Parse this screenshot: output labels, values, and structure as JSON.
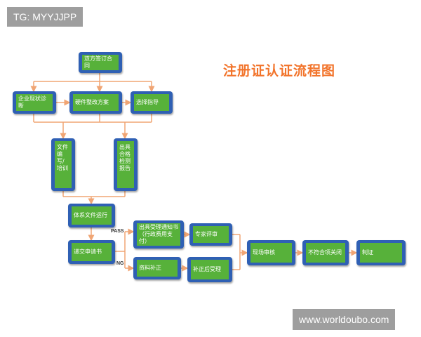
{
  "watermark_top": "TG: MYYJJPP",
  "watermark_bottom": "www.worldoubo.com",
  "title": "注册证认证流程图",
  "nodes": {
    "sign_contract": "双方签订合同",
    "enterprise_diagnosis": "企业现状诊断",
    "hardware_plan": "硬件整改方案",
    "selection_guidance": "选择指导",
    "doc_writing": "文件编写/培训",
    "test_report": "出具合格检测报告",
    "system_running": "体系文件运行",
    "submit_application": "递交申请书",
    "acceptance_notice": "出具受理通知书（行政费用支付）",
    "expert_review": "专家评审",
    "supplement_materials": "资料补正",
    "after_correction": "补正后受理",
    "onsite_audit": "现场审核",
    "nonconformity_closed": "不符合项关闭",
    "certification": "制证"
  },
  "edge_labels": {
    "pass": "PASS",
    "ng": "NG"
  },
  "colors": {
    "node_border": "#2f60b4",
    "node_fill": "#57b13a",
    "connector": "#f0a574",
    "title": "#f2742b"
  }
}
